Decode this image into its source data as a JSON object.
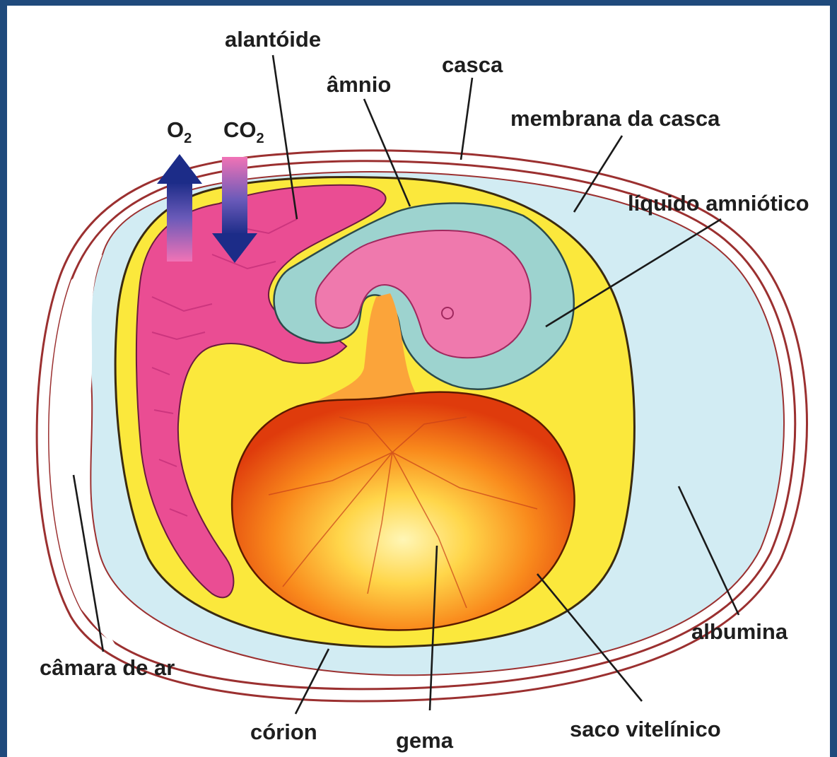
{
  "labels": {
    "alantoide": "alantóide",
    "casca": "casca",
    "amnio": "âmnio",
    "membrana": "membrana da casca",
    "liquido": "líquido amniótico",
    "albumina": "albumina",
    "saco": "saco vitelínico",
    "gema": "gema",
    "corion": "córion",
    "camara": "câmara de ar"
  },
  "gases": {
    "o2_base": "O",
    "o2_sub": "2",
    "co2_base": "CO",
    "co2_sub": "2"
  },
  "colors": {
    "frame": "#1f4a7c",
    "shell": "#9b3030",
    "albumen": "#d2ecf3",
    "chorion_yellow": "#fbe83c",
    "allantois": "#ea4d93",
    "amnion": "#9dd3cf",
    "yolk": "#f26a10"
  }
}
